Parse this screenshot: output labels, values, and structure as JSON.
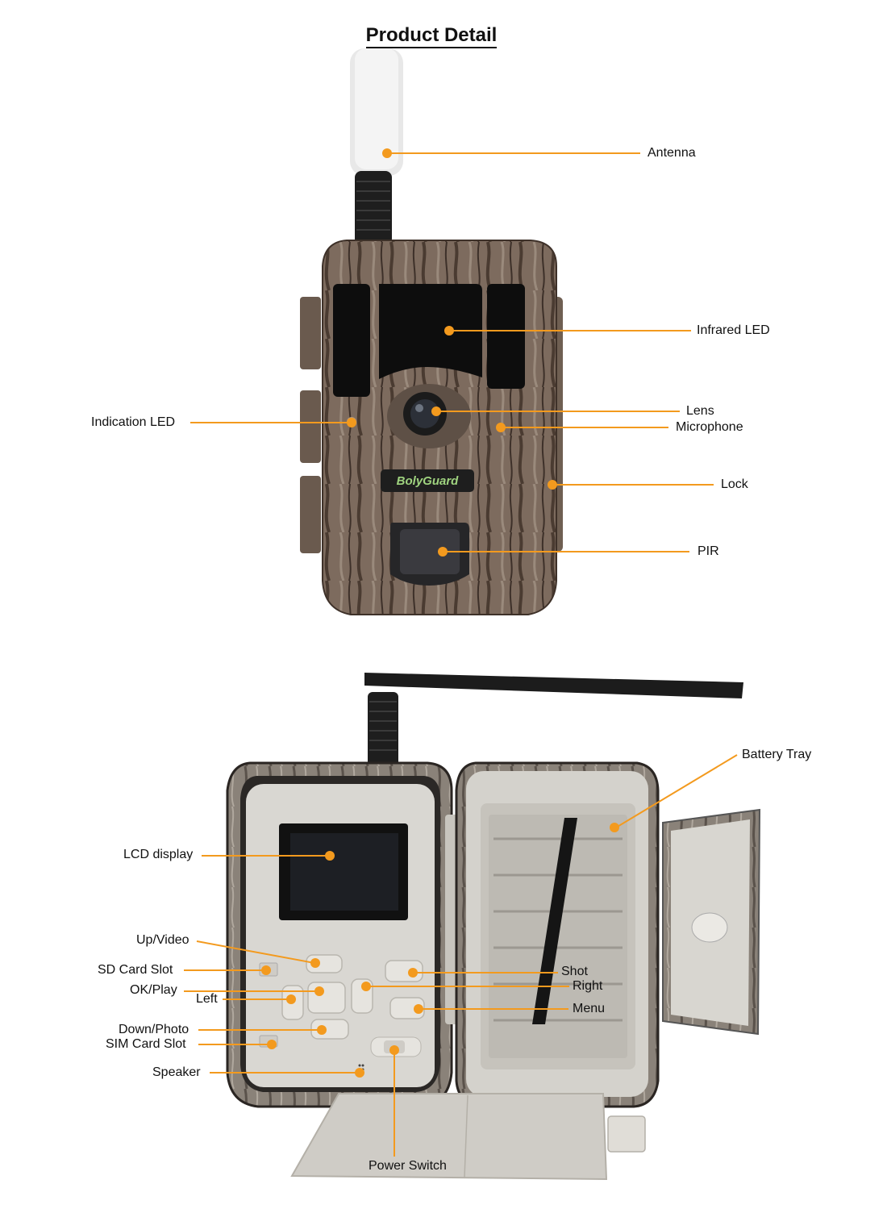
{
  "title": "Product Detail",
  "accent_color": "#f39a1e",
  "brand_logo_text": "BolyGuard",
  "front_view": {
    "callouts": [
      {
        "id": "antenna",
        "label": "Antenna"
      },
      {
        "id": "infrared_led",
        "label": "Infrared LED"
      },
      {
        "id": "indication_led",
        "label": "Indication LED"
      },
      {
        "id": "lens",
        "label": "Lens"
      },
      {
        "id": "microphone",
        "label": "Microphone"
      },
      {
        "id": "lock",
        "label": "Lock"
      },
      {
        "id": "pir",
        "label": "PIR"
      }
    ]
  },
  "open_view": {
    "callouts": [
      {
        "id": "battery_tray",
        "label": "Battery Tray"
      },
      {
        "id": "lcd_display",
        "label": "LCD display"
      },
      {
        "id": "up_video",
        "label": "Up/Video"
      },
      {
        "id": "sd_card_slot",
        "label": "SD Card Slot"
      },
      {
        "id": "ok_play",
        "label": "OK/Play"
      },
      {
        "id": "left",
        "label": "Left"
      },
      {
        "id": "shot",
        "label": "Shot"
      },
      {
        "id": "right",
        "label": "Right"
      },
      {
        "id": "menu",
        "label": "Menu"
      },
      {
        "id": "down_photo",
        "label": "Down/Photo"
      },
      {
        "id": "sim_card_slot",
        "label": "SIM Card Slot"
      },
      {
        "id": "speaker",
        "label": "Speaker"
      },
      {
        "id": "power_switch",
        "label": "Power Switch"
      }
    ]
  }
}
